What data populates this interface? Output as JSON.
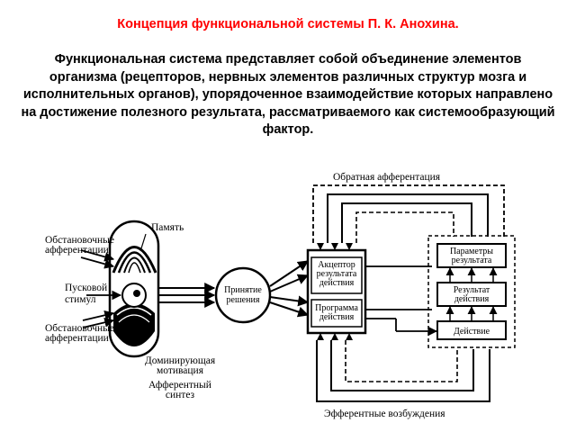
{
  "slide": {
    "title": "Концепция функциональной системы П. К. Анохина.",
    "body": "Функциональная система представляет собой объединение элементов организма (рецепторов, нервных элементов различных структур мозга и исполнительных органов), упорядоченное взаимодействие которых направлено на достижение полезного результата, рассматриваемого как системообразующий фактор."
  },
  "diagram": {
    "feedback_label": "Обратная афферентация",
    "memory_label": "Память",
    "situational_top": [
      "Обстановочные",
      "афферентации"
    ],
    "trigger": [
      "Пусковой",
      "стимул"
    ],
    "situational_bottom": [
      "Обстановочные",
      "афферентации"
    ],
    "dominant": [
      "Доминирующая",
      "мотивация"
    ],
    "afferent_synthesis": [
      "Афферентный",
      "синтез"
    ],
    "decision": [
      "Принятие",
      "решения"
    ],
    "acceptor": [
      "Акцептор",
      "результата",
      "действия"
    ],
    "program": [
      "Программа",
      "действия"
    ],
    "result_params": [
      "Параметры",
      "результата"
    ],
    "action_result": [
      "Результат",
      "действия"
    ],
    "action": "Действие",
    "efferent_label": "Эфферентные возбуждения"
  }
}
